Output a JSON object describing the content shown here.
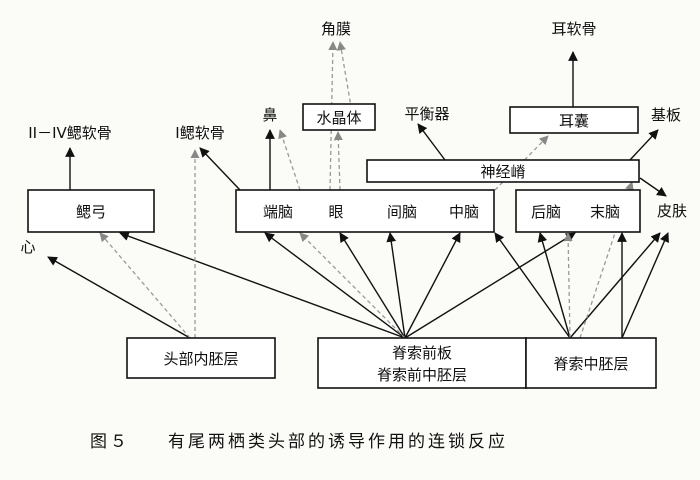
{
  "targets": {
    "jiaomo": "角膜",
    "erruangu": "耳软骨",
    "bi": "鼻",
    "shuijingti": "水晶体",
    "pinghengqi": "平衡器",
    "ernang": "耳囊",
    "jiban": "基板",
    "ii_iv_saiuangu": "II－IV鳃软骨",
    "i_saiuangu": "I鳃软骨",
    "shenjingji": "神经嵴",
    "pifu": "皮肤",
    "xin": "心"
  },
  "brain_box": {
    "duannao": "端脑",
    "yan": "眼",
    "jiannao": "间脑",
    "zhongnao": "中脑"
  },
  "hindbrain_box": {
    "hounao": "后脑",
    "monao": "末脑"
  },
  "gill_arch": "鳃弓",
  "sources": {
    "head_endoderm": "头部内胚层",
    "chordal_plate_line1": "脊索前板",
    "chordal_plate_line2": "脊索前中胚层",
    "chorda_mesoderm": "脊索中胚层"
  },
  "caption": {
    "label": "图５",
    "text": "有尾两栖类头部的诱导作用的连锁反应"
  }
}
